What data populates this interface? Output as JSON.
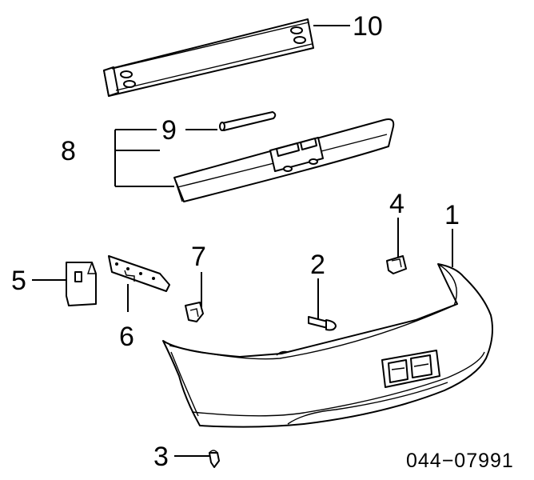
{
  "diagram": {
    "callouts": [
      {
        "id": "1",
        "label": "1"
      },
      {
        "id": "2",
        "label": "2"
      },
      {
        "id": "3",
        "label": "3"
      },
      {
        "id": "4",
        "label": "4"
      },
      {
        "id": "5",
        "label": "5"
      },
      {
        "id": "6",
        "label": "6"
      },
      {
        "id": "7",
        "label": "7"
      },
      {
        "id": "8",
        "label": "8"
      },
      {
        "id": "9",
        "label": "9"
      },
      {
        "id": "10",
        "label": "10"
      }
    ],
    "reference_code": "044−07991"
  }
}
